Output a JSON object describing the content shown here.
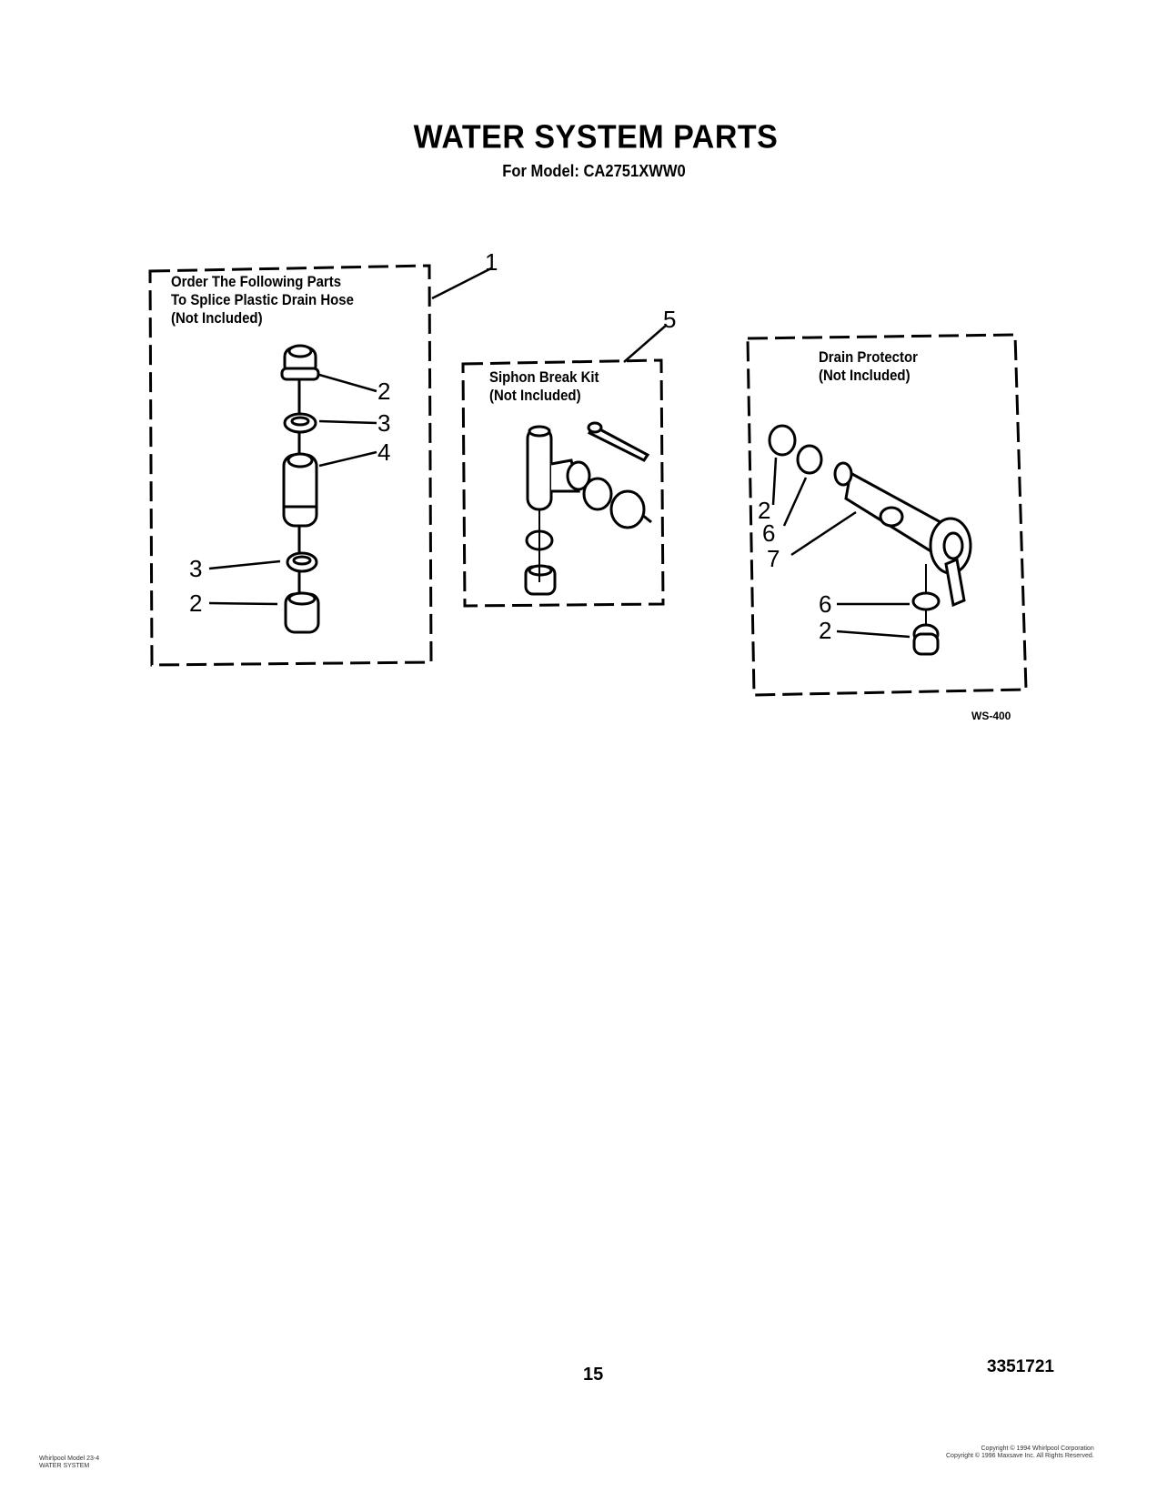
{
  "page": {
    "title": "WATER SYSTEM PARTS",
    "subtitle": "For Model: CA2751XWW0"
  },
  "groups": [
    {
      "id": "splice-kit",
      "callout": "1",
      "title_lines": [
        "Order The Following Parts",
        "To Splice Plastic Drain Hose",
        "(Not Included)"
      ],
      "part_callouts": [
        "2",
        "3",
        "4",
        "3",
        "2"
      ]
    },
    {
      "id": "siphon-break-kit",
      "callout": "5",
      "title_lines": [
        "Siphon Break Kit",
        "(Not Included)"
      ],
      "part_callouts": []
    },
    {
      "id": "drain-protector",
      "callout": "",
      "title_lines": [
        "Drain Protector",
        "(Not Included)"
      ],
      "part_callouts": [
        "2",
        "6",
        "7",
        "6",
        "2"
      ]
    }
  ],
  "figure_code": "WS-400",
  "footer": {
    "page_number": "15",
    "document_number": "3351721",
    "left_lines": [
      "Whirlpool Model 23-4",
      "WATER SYSTEM"
    ],
    "copyright_lines": [
      "Copyright © 1994 Whirlpool Corporation",
      "Copyright © 1996 Maxsave Inc. All Rights Reserved."
    ]
  }
}
